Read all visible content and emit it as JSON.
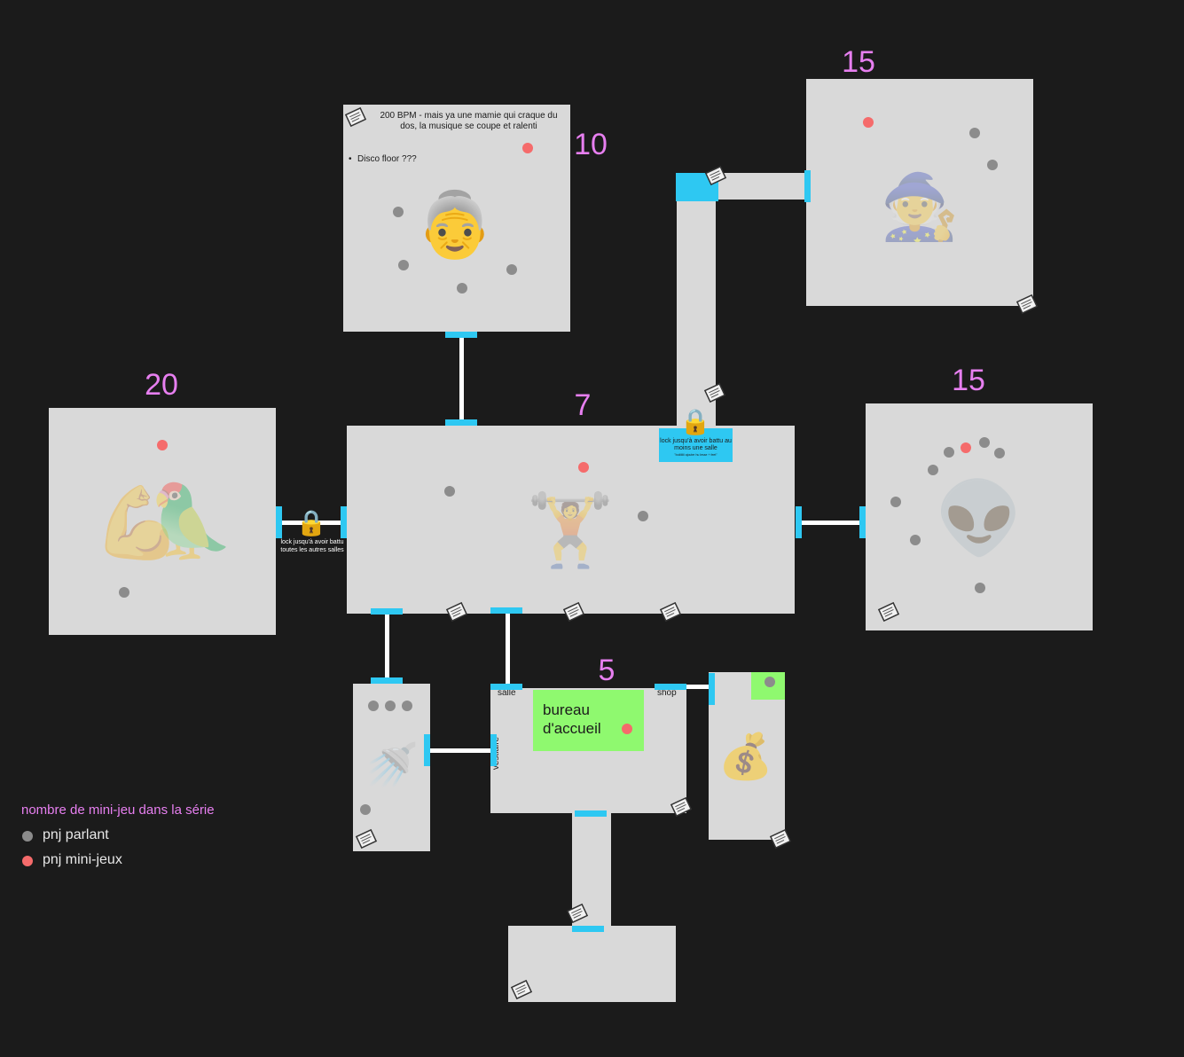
{
  "colors": {
    "background": "#1b1b1b",
    "room": "#d9d9d9",
    "door": "#2ec8f2",
    "count": "#e77ff0",
    "npc_talking": "#8c8c8c",
    "npc_minigame": "#f56b6b",
    "reception": "#8ff96f"
  },
  "counts": {
    "disco": "10",
    "wizard": "15",
    "parrot": "20",
    "gym": "7",
    "alien": "15",
    "lobby": "5"
  },
  "disco": {
    "note": "200 BPM - mais ya une mamie qui craque du dos, la musique se coupe et ralenti",
    "bullet": "Disco floor ???",
    "emoji": "👵"
  },
  "wizard": {
    "emoji": "🧙"
  },
  "parrot": {
    "emoji_arm": "💪",
    "emoji_bird": "🦜"
  },
  "gym": {
    "emoji": "🏋️"
  },
  "alien": {
    "emoji": "👽"
  },
  "vestiaire": {
    "emoji": "🚿"
  },
  "shop": {
    "emoji": "💰"
  },
  "lock_icon": "🔒",
  "lock_west": {
    "text": "lock jusqu'à avoir battu toutes les autres salles"
  },
  "lock_north": {
    "text": "lock jusqu'à avoir battu au moins une salle",
    "subtext": "\"boiiiiiiii ajouter hu lesse + feet\""
  },
  "lobby": {
    "reception": "bureau d'accueil",
    "door_salle": "salle",
    "door_shop": "shop",
    "door_vestiaire": "vestiaire"
  },
  "legend": {
    "title": "nombre de mini-jeu dans la série",
    "talking": "pnj parlant",
    "minigame": "pnj mini-jeux"
  },
  "icons": [
    "notepad-icon",
    "lock-icon",
    "npc-dot"
  ]
}
